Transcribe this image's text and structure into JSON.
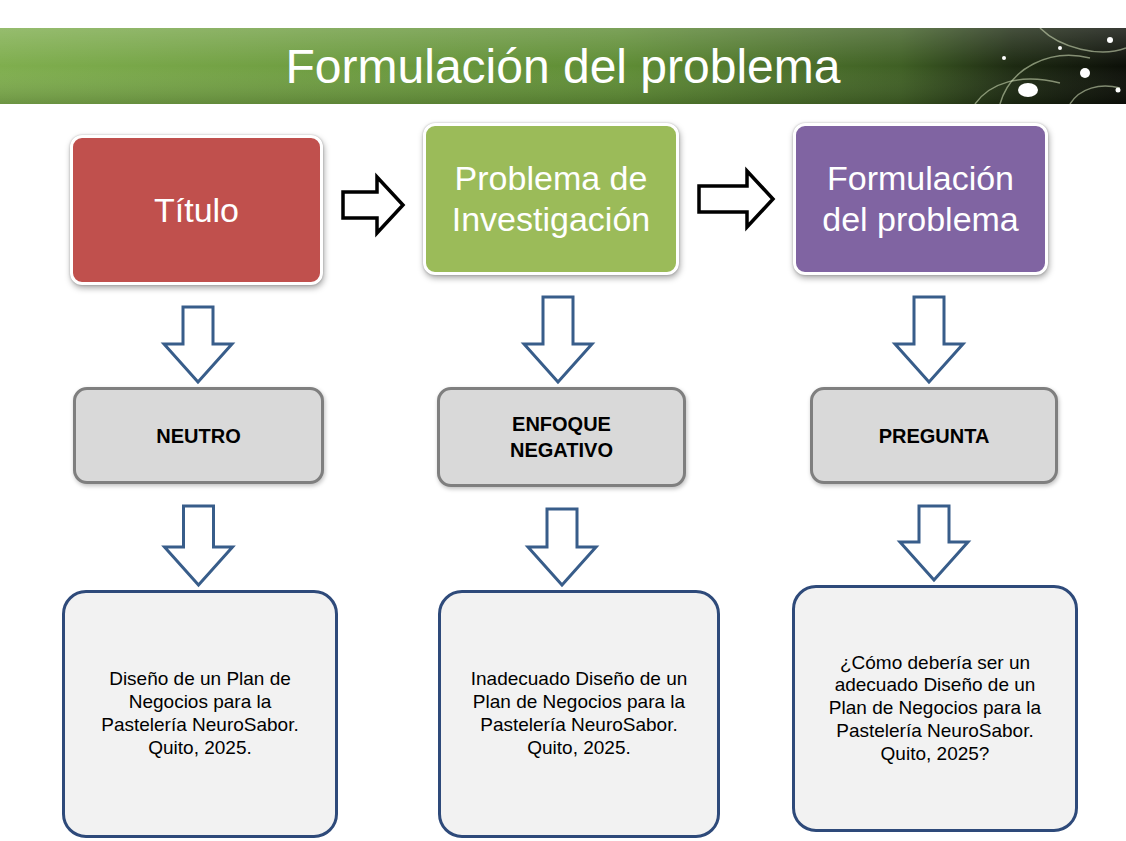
{
  "diagram": {
    "title": "Formulación del problema",
    "nodes": [
      {
        "text": [
          "Título"
        ]
      },
      {
        "text": [
          "Problema de Investigación"
        ]
      },
      {
        "text": [
          "Formulación del problema"
        ]
      },
      {
        "text": [
          "NEUTRO"
        ]
      },
      {
        "text": [
          "ENFOQUE NEGATIVO"
        ]
      },
      {
        "text": [
          "PREGUNTA"
        ]
      },
      {
        "text": [
          "Diseño de un Plan de Negocios para la Pastelería NeuroSabor. Quito, 2025."
        ]
      },
      {
        "text": [
          "Inadecuado Diseño de un Plan de Negocios para la Pastelería NeuroSabor. Quito, 2025."
        ]
      },
      {
        "text": [
          "¿Cómo debería ser un adecuado Diseño de un Plan de Negocios para la Pastelería NeuroSabor. Quito, 2025?"
        ]
      }
    ],
    "edges": [
      {
        "from": 0,
        "to": 1,
        "arrow": "to"
      },
      {
        "from": 1,
        "to": 2,
        "arrow": "to"
      },
      {
        "from": 0,
        "to": 3,
        "arrow": "to"
      },
      {
        "from": 3,
        "to": 6,
        "arrow": "to"
      },
      {
        "from": 1,
        "to": 4,
        "arrow": "to"
      },
      {
        "from": 4,
        "to": 7,
        "arrow": "to"
      },
      {
        "from": 2,
        "to": 5,
        "arrow": "to"
      },
      {
        "from": 5,
        "to": 8,
        "arrow": "to"
      }
    ]
  }
}
